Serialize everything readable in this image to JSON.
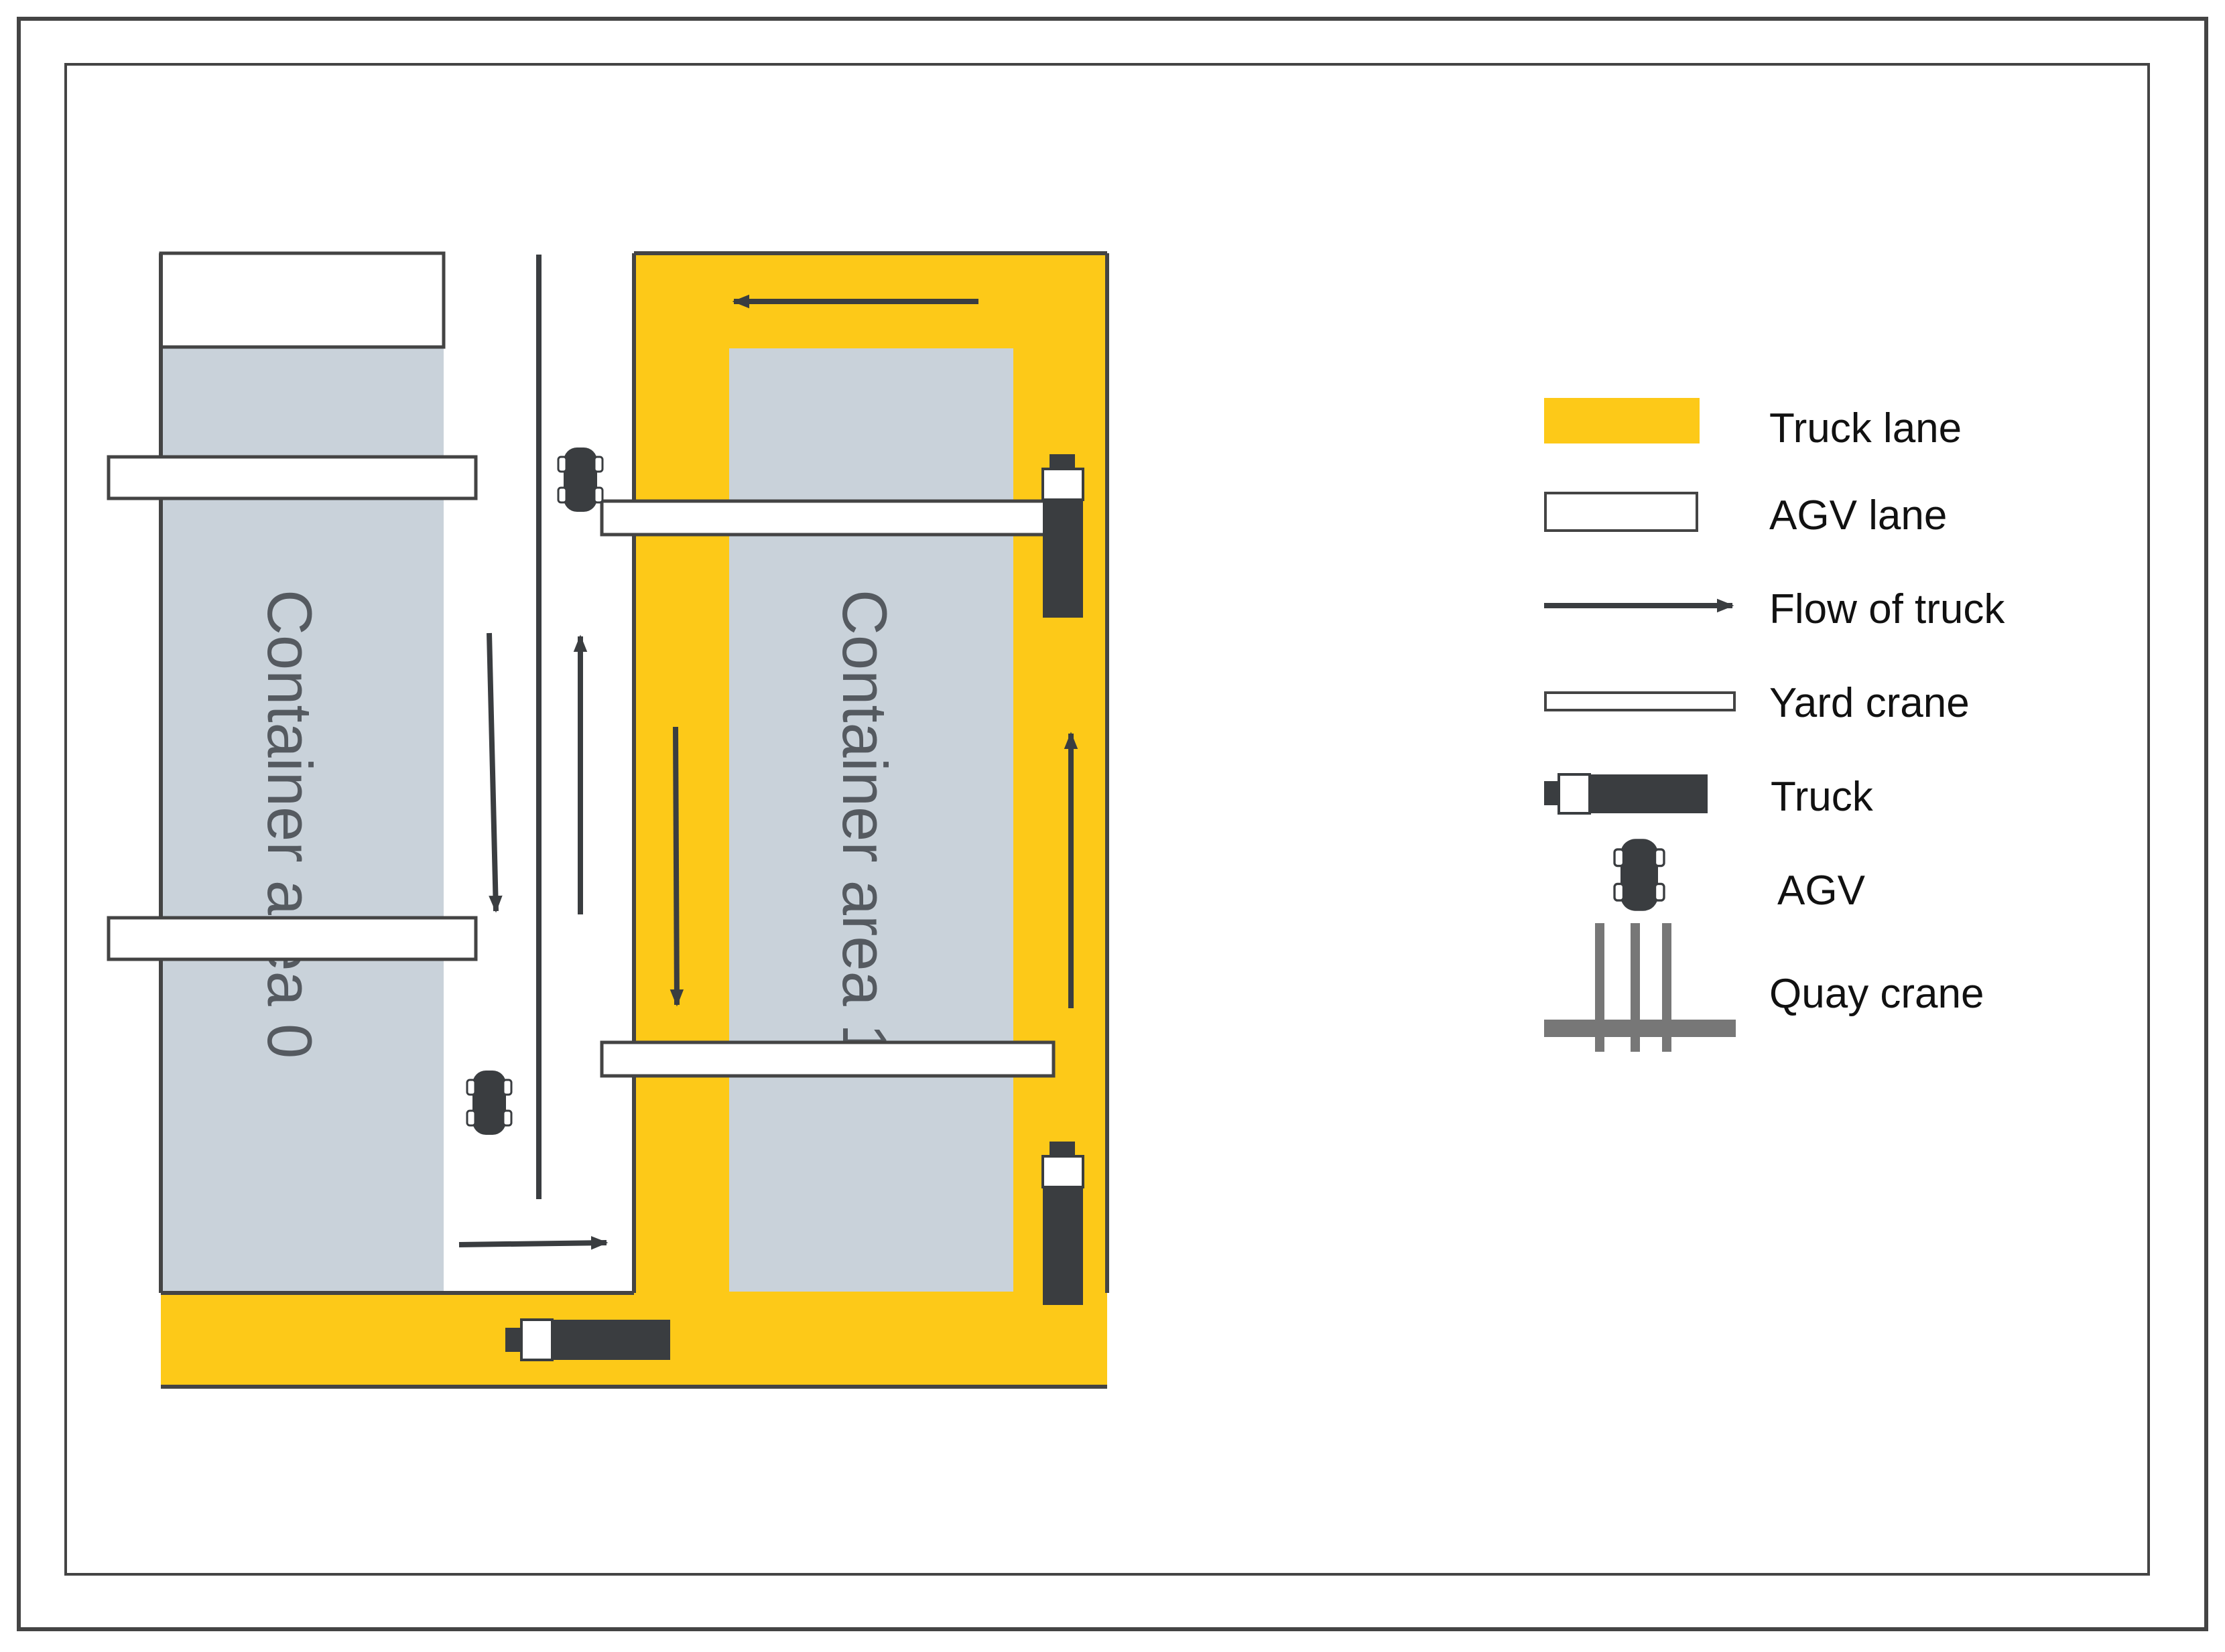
{
  "areas": [
    {
      "label": "Container area 0"
    },
    {
      "label": "Container area 1"
    }
  ],
  "legend": {
    "truck_lane": "Truck lane",
    "agv_lane": "AGV lane",
    "flow_of_truck": "Flow of truck",
    "yard_crane": "Yard crane",
    "truck": "Truck",
    "agv": "AGV",
    "quay_crane": "Quay crane"
  },
  "colors": {
    "truck_lane": "#FDC918",
    "container": "#C9D2DA",
    "dark": "#3A3D40",
    "crane_gray": "#777777",
    "outline": "#444444"
  }
}
